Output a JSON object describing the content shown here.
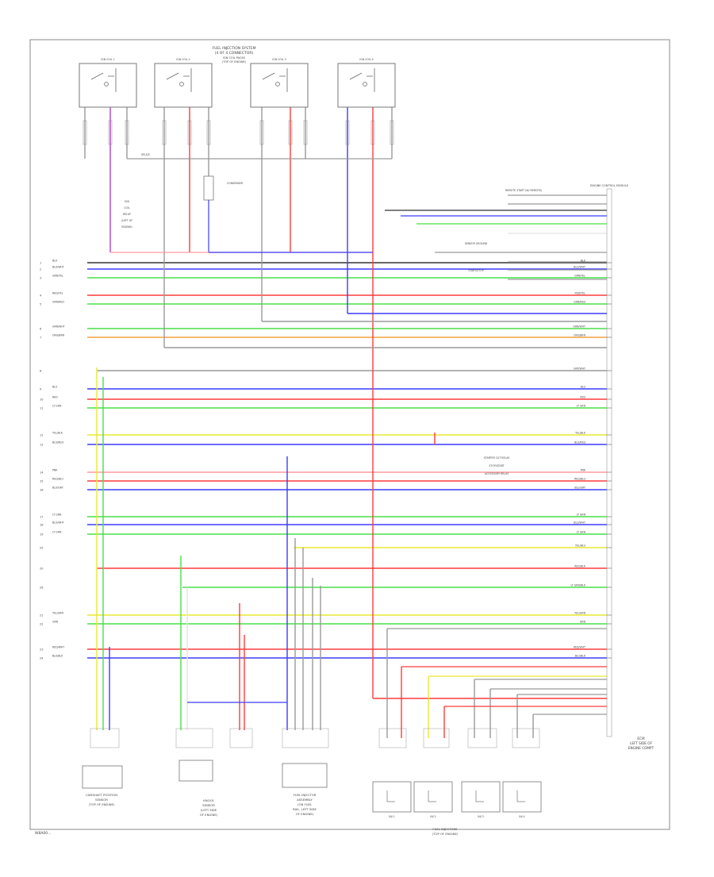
{
  "header": {
    "title": "FUEL INJECTION SYSTEM",
    "subtitle": "(4 OF 4 CONNECTOR)"
  },
  "footer_code": "W8A00...",
  "ecm_label": [
    "ECM",
    "LEFT SIDE OF",
    "ENGINE COMPT"
  ],
  "ecm_header_label": "ENGINE CONTROL MODULE",
  "colors": {
    "gray": "#9a9a9a",
    "red": "#ff3b3b",
    "blue": "#3c3cff",
    "green": "#48e048",
    "yellow": "#e8e830",
    "orange": "#f4a040",
    "purple": "#b040c8",
    "pink": "#ff9aa0",
    "brown": "#a06a40",
    "black": "#333333",
    "white": "#e4e4e4",
    "violet": "#8060ff"
  },
  "coils": [
    {
      "label": "IGN COIL 1"
    },
    {
      "label": "IGN COIL 2"
    },
    {
      "label": "IGN COIL 3"
    },
    {
      "label": "IGN COIL 4"
    }
  ],
  "top_labels": {
    "coil_group": [
      "IGN COIL PACKS",
      "(TOP OF ENGINE)"
    ],
    "relay": [
      "IGN",
      "COIL",
      "RELAY",
      "(LEFT OF",
      "ENGINE)"
    ],
    "condenser": "CONDENSER",
    "top_splice": "SPLICE"
  },
  "wires": [
    {
      "pin": "1",
      "label": "BLK",
      "color": "black"
    },
    {
      "pin": "2",
      "label": "BLU/WHT",
      "color": "blue"
    },
    {
      "pin": "3",
      "label": "GRN/YEL",
      "color": "green"
    },
    {
      "pin": "4",
      "label": "RED/YEL",
      "color": "red"
    },
    {
      "pin": "5",
      "label": "GRN/RED",
      "color": "green"
    },
    {
      "pin": "6",
      "label": "GRN/WHT",
      "color": "green"
    },
    {
      "pin": "7",
      "label": "ORG/BRN",
      "color": "orange"
    },
    {
      "pin": "8",
      "label": "GRY/WHT",
      "color": "gray"
    },
    {
      "pin": "9",
      "label": "BLU",
      "color": "blue"
    },
    {
      "pin": "10",
      "label": "RED",
      "color": "red"
    },
    {
      "pin": "11",
      "label": "LT GRN",
      "color": "green"
    },
    {
      "pin": "12",
      "label": "YEL/BLK",
      "color": "yellow"
    },
    {
      "pin": "13",
      "label": "BLU/RED",
      "color": "blue"
    },
    {
      "pin": "14",
      "label": "PNK",
      "color": "pink"
    },
    {
      "pin": "15",
      "label": "RED/BLU",
      "color": "red"
    },
    {
      "pin": "16",
      "label": "BLU/GRY",
      "color": "blue"
    },
    {
      "pin": "17",
      "label": "LT GRN",
      "color": "green"
    },
    {
      "pin": "18",
      "label": "BLU/WHT",
      "color": "blue"
    },
    {
      "pin": "19",
      "label": "LT GRN",
      "color": "green"
    },
    {
      "pin": "20",
      "label": "RED/BLK",
      "color": "red"
    },
    {
      "pin": "21",
      "label": "YEL/GRN",
      "color": "yellow"
    },
    {
      "pin": "22",
      "label": "GRN",
      "color": "green"
    },
    {
      "pin": "23",
      "label": "RED/WHT",
      "color": "red"
    },
    {
      "pin": "24",
      "label": "BLU/BLK",
      "color": "blue"
    },
    {
      "pin": "25",
      "label": "YEL/BLU",
      "color": "yellow"
    },
    {
      "pin": "26",
      "label": "LT GRN/BLK",
      "color": "green"
    }
  ],
  "right_notes": [
    "REMOTE START (W/ REMOTE)",
    "SENSOR GROUND",
    "START/STOP",
    "STARTER CUT RELAY",
    "STOP/START",
    "ACCESSORY RELAY"
  ],
  "bottom_components": [
    {
      "lines": [
        "CAMSHAFT POSITION",
        "SENSOR",
        "(TOP OF ENGINE)"
      ]
    },
    {
      "lines": [
        "KNOCK",
        "SENSOR",
        "(LEFT SIDE",
        "OF ENGINE)"
      ]
    },
    {
      "lines": [
        "FUEL INJECTOR",
        "ASSEMBLY",
        "(ON FUEL",
        "RAIL, LEFT SIDE",
        "OF ENGINE)"
      ]
    },
    {
      "lines": [
        "FUEL INJECTORS",
        "(TOP OF ENGINE)"
      ]
    }
  ],
  "injectors": [
    {
      "label": "INJ 1"
    },
    {
      "label": "INJ 2"
    },
    {
      "label": "INJ 3"
    },
    {
      "label": "INJ 4"
    }
  ]
}
